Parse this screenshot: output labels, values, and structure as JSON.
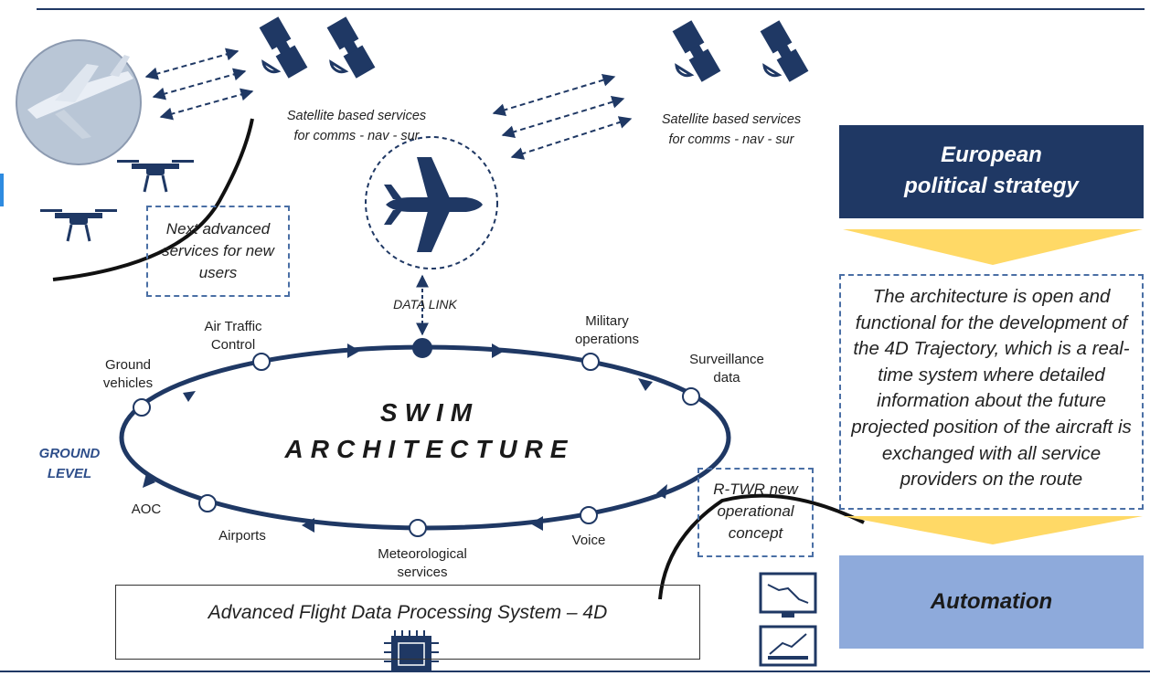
{
  "satellites": {
    "left_caption_line1": "Satellite based services",
    "left_caption_line2": "for comms - nav - sur",
    "right_caption_line1": "Satellite based services",
    "right_caption_line2": "for comms - nav - sur"
  },
  "next_services": {
    "text": "Next advanced services for new users"
  },
  "data_link": "DATA LINK",
  "swim": {
    "line1": "SWIM",
    "line2": "ARCHITECTURE"
  },
  "ground_level": {
    "line1": "GROUND",
    "line2": "LEVEL"
  },
  "nodes": {
    "air_traffic_control": [
      "Air Traffic",
      "Control"
    ],
    "ground_vehicles": [
      "Ground",
      "vehicles"
    ],
    "military_operations": [
      "Military",
      "operations"
    ],
    "surveillance_data": [
      "Surveillance",
      "data"
    ],
    "aoc": "AOC",
    "airports": "Airports",
    "meteorological_services": [
      "Meteorological",
      "services"
    ],
    "voice": "Voice"
  },
  "rtwr": {
    "text": "R-TWR new operational concept"
  },
  "fdps": {
    "text": "Advanced Flight Data Processing System – 4D"
  },
  "strategy": {
    "line1": "European",
    "line2": "political strategy"
  },
  "open_architecture": {
    "text": "The architecture is open and functional for the development of the 4D Trajectory, which is a real-time system where detailed information about the future projected position of the aircraft is exchanged with all service providers on the route"
  },
  "automation": "Automation",
  "colors": {
    "navy": "#1f3864",
    "light_blue": "#8eaadb",
    "arrow_yellow": "#ffd966",
    "dashed_border": "#4a6fa5"
  }
}
